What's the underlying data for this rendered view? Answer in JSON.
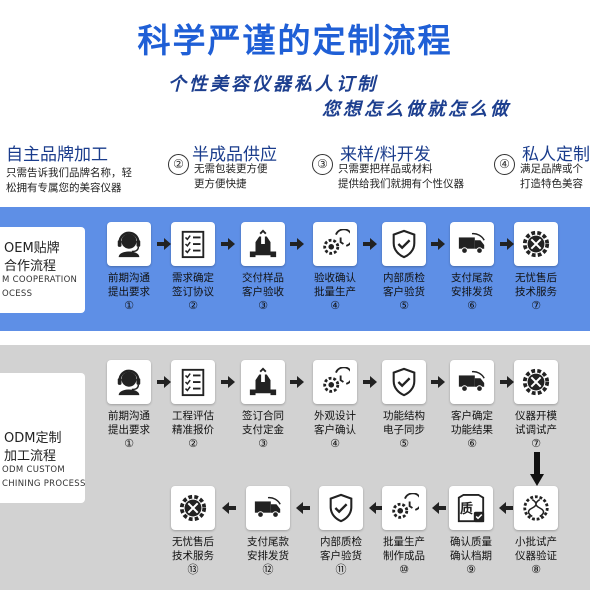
{
  "header": {
    "title": "科学严谨的定制流程",
    "subtitle1": "个性美容仪器私人订制",
    "subtitle2": "您想怎么做就怎么做"
  },
  "options": [
    {
      "title": "自主品牌加工",
      "number": "",
      "desc1": "只需告诉我们品牌名称，轻",
      "desc2": "松拥有专属您的美容仪器"
    },
    {
      "title": "半成品供应",
      "number": "②",
      "desc1": "无需包装更方便",
      "desc2": "更方便快捷"
    },
    {
      "title": "来样/料开发",
      "number": "③",
      "desc1": "只需要把样品或材料",
      "desc2": "提供给我们就拥有个性仪器"
    },
    {
      "title": "私人定制",
      "number": "④",
      "desc1": "满足品牌或个",
      "desc2": "打造特色美容"
    }
  ],
  "oem": {
    "cn1": "OEM贴牌",
    "cn2": "合作流程",
    "en1": "M COOPERATION",
    "en2": "OCESS",
    "steps": [
      {
        "l1": "前期沟通",
        "l2": "提出要求",
        "n": "①",
        "icon": "headset-person-icon"
      },
      {
        "l1": "需求确定",
        "l2": "签订协议",
        "n": "②",
        "icon": "checklist-icon"
      },
      {
        "l1": "交付样品",
        "l2": "客户验收",
        "n": "③",
        "icon": "handshake-icon"
      },
      {
        "l1": "验收确认",
        "l2": "批量生产",
        "n": "④",
        "icon": "gear-timer-icon"
      },
      {
        "l1": "内部质检",
        "l2": "客户验货",
        "n": "⑤",
        "icon": "shield-check-icon"
      },
      {
        "l1": "支付尾款",
        "l2": "安排发货",
        "n": "⑥",
        "icon": "delivery-truck-icon"
      },
      {
        "l1": "无忧售后",
        "l2": "技术服务",
        "n": "⑦",
        "icon": "gear-tools-icon"
      }
    ]
  },
  "odm": {
    "cn1": "ODM定制",
    "cn2": "加工流程",
    "en1": "ODM CUSTOM",
    "en2": "CHINING PROCESS",
    "steps_row1": [
      {
        "l1": "前期沟通",
        "l2": "提出要求",
        "n": "①",
        "icon": "headset-person-icon"
      },
      {
        "l1": "工程评估",
        "l2": "精准报价",
        "n": "②",
        "icon": "checklist-icon"
      },
      {
        "l1": "签订合同",
        "l2": "支付定金",
        "n": "③",
        "icon": "handshake-icon"
      },
      {
        "l1": "外观设计",
        "l2": "客户确认",
        "n": "④",
        "icon": "gear-timer-icon"
      },
      {
        "l1": "功能结构",
        "l2": "电子同步",
        "n": "⑤",
        "icon": "shield-check-icon"
      },
      {
        "l1": "客户确定",
        "l2": "功能结果",
        "n": "⑥",
        "icon": "delivery-truck-icon"
      },
      {
        "l1": "仪器开模",
        "l2": "试调试产",
        "n": "⑦",
        "icon": "gear-tools-icon"
      }
    ],
    "steps_row2": [
      {
        "l1": "无忧售后",
        "l2": "技术服务",
        "n": "⑬",
        "icon": "gear-tools-icon"
      },
      {
        "l1": "支付尾款",
        "l2": "安排发货",
        "n": "⑫",
        "icon": "delivery-truck-icon"
      },
      {
        "l1": "内部质检",
        "l2": "客户验货",
        "n": "⑪",
        "icon": "shield-check-icon"
      },
      {
        "l1": "批量生产",
        "l2": "制作成品",
        "n": "⑩",
        "icon": "gear-timer-icon"
      },
      {
        "l1": "确认质量",
        "l2": "确认档期",
        "n": "⑨",
        "icon": "quality-stamp-icon",
        "glyph": "质"
      },
      {
        "l1": "小批试产",
        "l2": "仪器验证",
        "n": "⑧",
        "icon": "dna-gear-icon"
      }
    ]
  },
  "colors": {
    "title": "#1f5fd6",
    "band_blue": "#5e8fe6",
    "band_gray": "#d2d2d2"
  }
}
